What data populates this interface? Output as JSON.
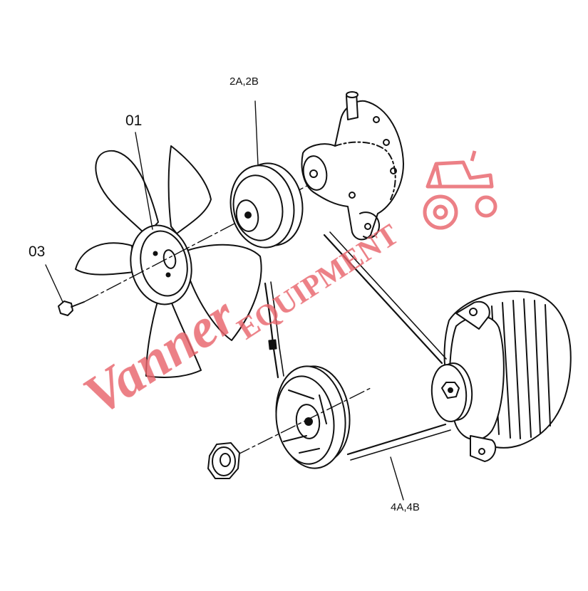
{
  "callouts": {
    "fan": "01",
    "bolt": "03",
    "water_pump_pulley": "2A,2B",
    "belt": "4A,4B"
  },
  "watermark": {
    "text_script": "Vanner",
    "text_block": "EQUIPMENT",
    "color": "#e8646c",
    "icon": "tractor-icon"
  },
  "colors": {
    "line": "#111111"
  }
}
